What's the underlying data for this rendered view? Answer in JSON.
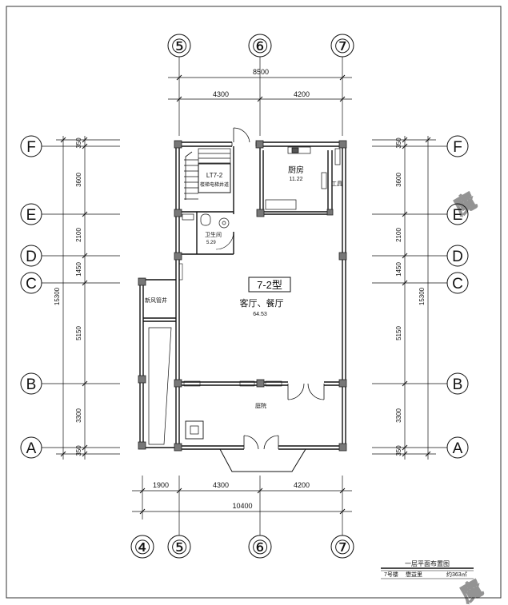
{
  "axes": {
    "top": [
      "⑤",
      "⑥",
      "⑦"
    ],
    "bottom": [
      "④",
      "⑤",
      "⑥",
      "⑦"
    ],
    "rows": [
      "F",
      "E",
      "D",
      "C",
      "B",
      "A"
    ]
  },
  "dims": {
    "top_total": "8500",
    "top_seg1": "4300",
    "top_seg2": "4200",
    "bottom_seg0": "1900",
    "bottom_seg1": "4300",
    "bottom_seg2": "4200",
    "bottom_total": "10400",
    "left_rows": [
      "350",
      "3600",
      "2100",
      "1450",
      "5150",
      "3300",
      "350"
    ],
    "left_total": "15300",
    "right_rows": [
      "350",
      "3600",
      "2100",
      "1450",
      "5150",
      "3300",
      "350"
    ],
    "right_total": "15300"
  },
  "rooms": {
    "kitchen": "厨房",
    "kitchen_area": "11.22",
    "tool": "工具",
    "bath": "卫生间",
    "bath_area": "5.29",
    "stair_tag_1": "LT7-2",
    "stair_tag_2": "楼梯电梯井道",
    "type_label": "7-2型",
    "living": "客厅、餐厅",
    "living_area": "64.53",
    "shaft": "新风管井",
    "yard": "庭院"
  },
  "title_block": {
    "title": "一层平面布置图",
    "building": "7号楼",
    "project": "懋益里",
    "area": "约363㎡"
  },
  "watermark": "魔"
}
